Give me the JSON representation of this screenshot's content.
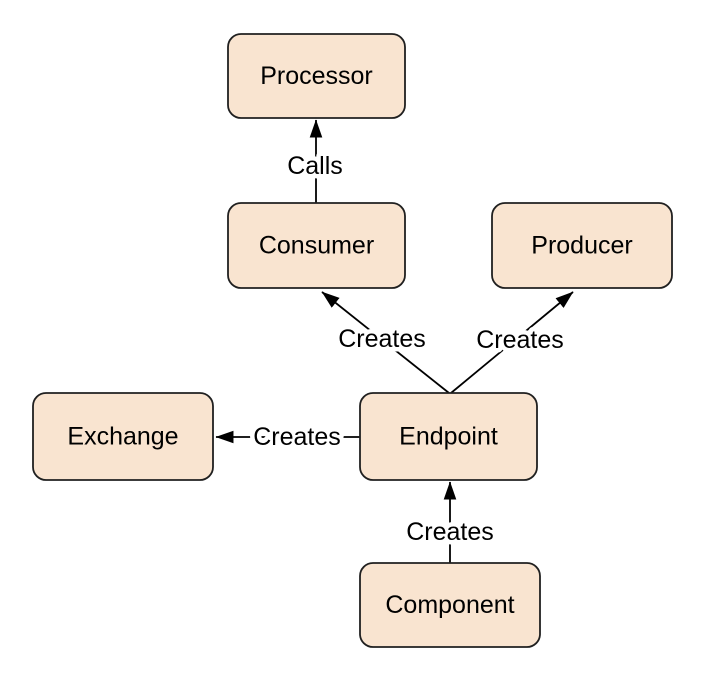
{
  "diagram": {
    "nodes": [
      {
        "id": "processor",
        "label": "Processor"
      },
      {
        "id": "consumer",
        "label": "Consumer"
      },
      {
        "id": "producer",
        "label": "Producer"
      },
      {
        "id": "exchange",
        "label": "Exchange"
      },
      {
        "id": "endpoint",
        "label": "Endpoint"
      },
      {
        "id": "component",
        "label": "Component"
      }
    ],
    "edges": [
      {
        "from": "consumer",
        "to": "processor",
        "label": "Calls"
      },
      {
        "from": "endpoint",
        "to": "consumer",
        "label": "Creates"
      },
      {
        "from": "endpoint",
        "to": "producer",
        "label": "Creates"
      },
      {
        "from": "endpoint",
        "to": "exchange",
        "label": "Creates"
      },
      {
        "from": "component",
        "to": "endpoint",
        "label": "Creates"
      }
    ],
    "colors": {
      "node_fill": "#f9e4d0",
      "node_border": "#202020",
      "arrow": "#000000",
      "text": "#000000",
      "background": "#ffffff"
    }
  }
}
